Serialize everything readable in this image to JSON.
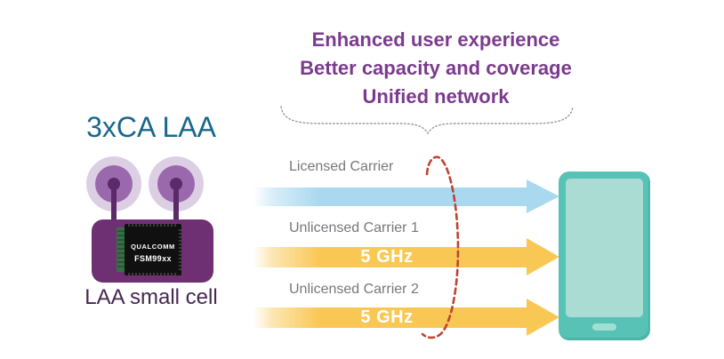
{
  "headline": {
    "lines": [
      "Enhanced user experience",
      "Better capacity and coverage",
      "Unified network"
    ]
  },
  "cell": {
    "name": "3xCA LAA",
    "caption": "LAA small cell",
    "chip_brand": "QUALCOMM",
    "chip_model": "FSM99xx"
  },
  "carriers": [
    {
      "label": "Licensed Carrier",
      "band_label": "",
      "spectrum": "licensed",
      "color": "#aad9ef"
    },
    {
      "label": "Unlicensed Carrier 1",
      "band_label": "5 GHz",
      "spectrum": "unlicensed",
      "color": "#f9c854"
    },
    {
      "label": "Unlicensed Carrier 2",
      "band_label": "5 GHz",
      "spectrum": "unlicensed",
      "color": "#f9c854"
    }
  ],
  "colors": {
    "headline_text": "#7b3b8d",
    "cell_title_text": "#19688a",
    "cell_caption_text": "#46284f",
    "device_body": "#6e2f73",
    "antenna_outer": "#dccfe4",
    "antenna_inner": "#9a68ac",
    "antenna_core": "#5c2a68",
    "chip_body": "#101010",
    "chip_board": "#377046",
    "licensed_arrow": "#aad9ef",
    "unlicensed_arrow": "#f9c854",
    "carrier_label_text": "#77787b",
    "band_text": "#ffffff",
    "highlight_dash": "#be4433",
    "brace_dots": "#9a9a9a",
    "phone_body": "#57c2b5",
    "phone_screen": "#abdcd4",
    "background": "#ffffff"
  }
}
